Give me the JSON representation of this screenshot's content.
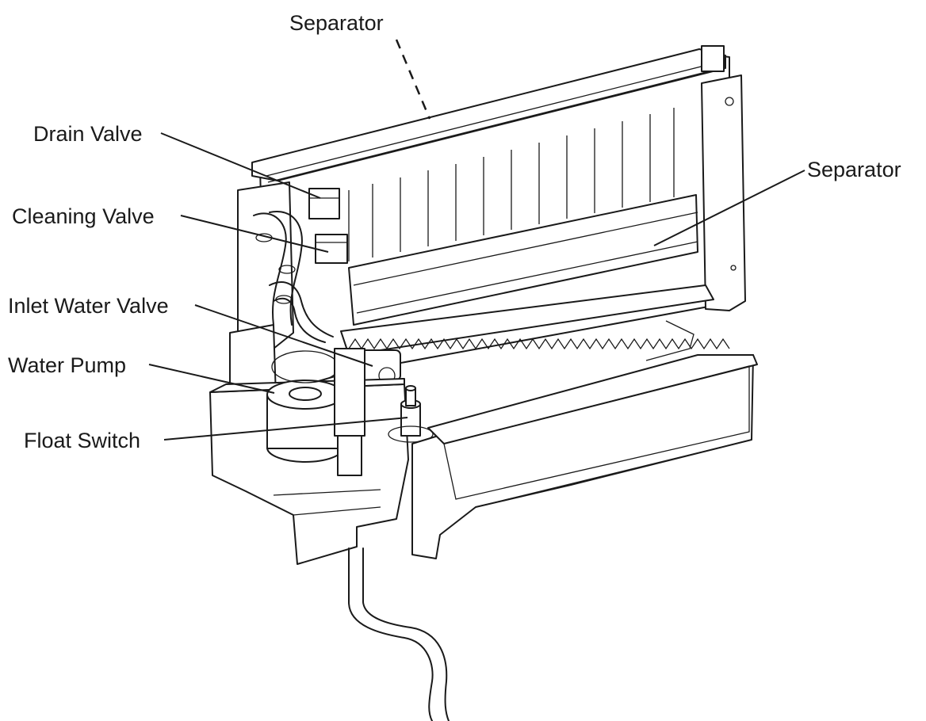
{
  "labels": {
    "separator_top": "Separator",
    "separator_right": "Separator",
    "drain_valve": "Drain Valve",
    "cleaning_valve": "Cleaning Valve",
    "inlet_water_valve": "Inlet Water Valve",
    "water_pump": "Water Pump",
    "float_switch": "Float Switch"
  }
}
